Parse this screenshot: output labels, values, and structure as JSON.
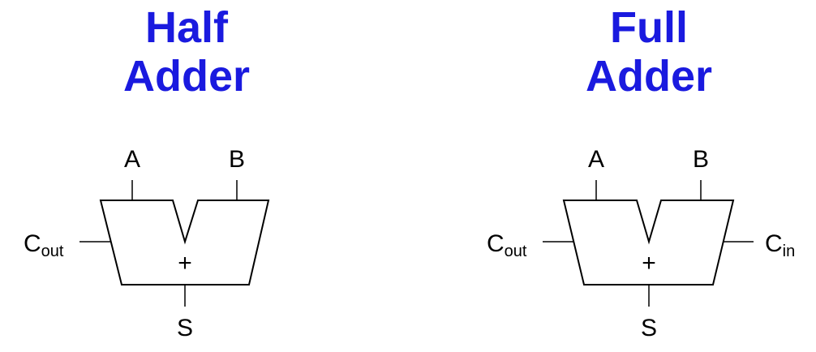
{
  "colors": {
    "title": "#1a1adf",
    "stroke": "#000000"
  },
  "half_adder": {
    "title_line1": "Half",
    "title_line2": "Adder",
    "input_a": "A",
    "input_b": "B",
    "carry_out_main": "C",
    "carry_out_sub": "out",
    "operator": "+",
    "sum": "S"
  },
  "full_adder": {
    "title_line1": "Full",
    "title_line2": "Adder",
    "input_a": "A",
    "input_b": "B",
    "carry_out_main": "C",
    "carry_out_sub": "out",
    "carry_in_main": "C",
    "carry_in_sub": "in",
    "operator": "+",
    "sum": "S"
  }
}
